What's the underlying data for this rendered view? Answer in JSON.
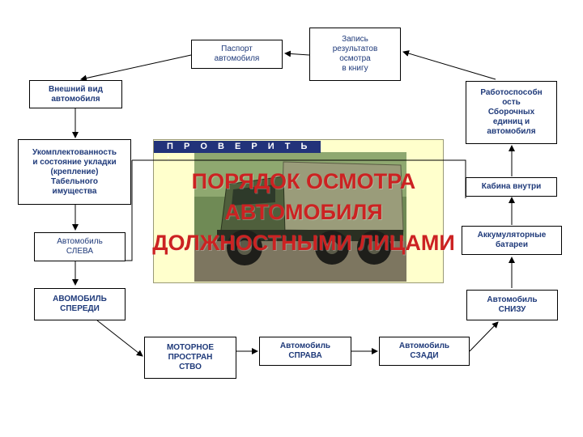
{
  "colors": {
    "box_text": "#1f3a7a",
    "title": "#cc2222",
    "banner_bg": "#22337a",
    "panel_bg": "#ffffcc"
  },
  "banner": "П Р О В Е Р И Т Ь :",
  "title": "ПОРЯДОК ОСМОТРА\nАВТОМОБИЛЯ\nДОЛЖНОСТНЫМИ ЛИЦАМИ",
  "photo": {
    "icon": "truck-photo-icon"
  },
  "boxes": {
    "passport": "Паспорт\nавтомобиля",
    "record": "Запись\nрезультатов\nосмотра\nв книгу",
    "exterior": "Внешний вид\nавтомобиля",
    "completeness": "Укомплектованность\nи состояние укладки\n(крепление)\nТабельного\nимущества",
    "left": "Автомобиль\nСЛЕВА",
    "front": "АВОМОБИЛЬ\nСПЕРЕДИ",
    "engine": "МОТОРНОЕ\nПРОСТРАН\nСТВО",
    "right": "Автомобиль\nСПРАВА",
    "rear": "Автомобиль\nСЗАДИ",
    "bottom": "Автомобиль\nСНИЗУ",
    "batteries": "Аккумуляторные\nбатареи",
    "cabin": "Кабина внутри",
    "operability": "Работоспособн\nость\nСборочных\nединиц и\nавтомобиля"
  }
}
